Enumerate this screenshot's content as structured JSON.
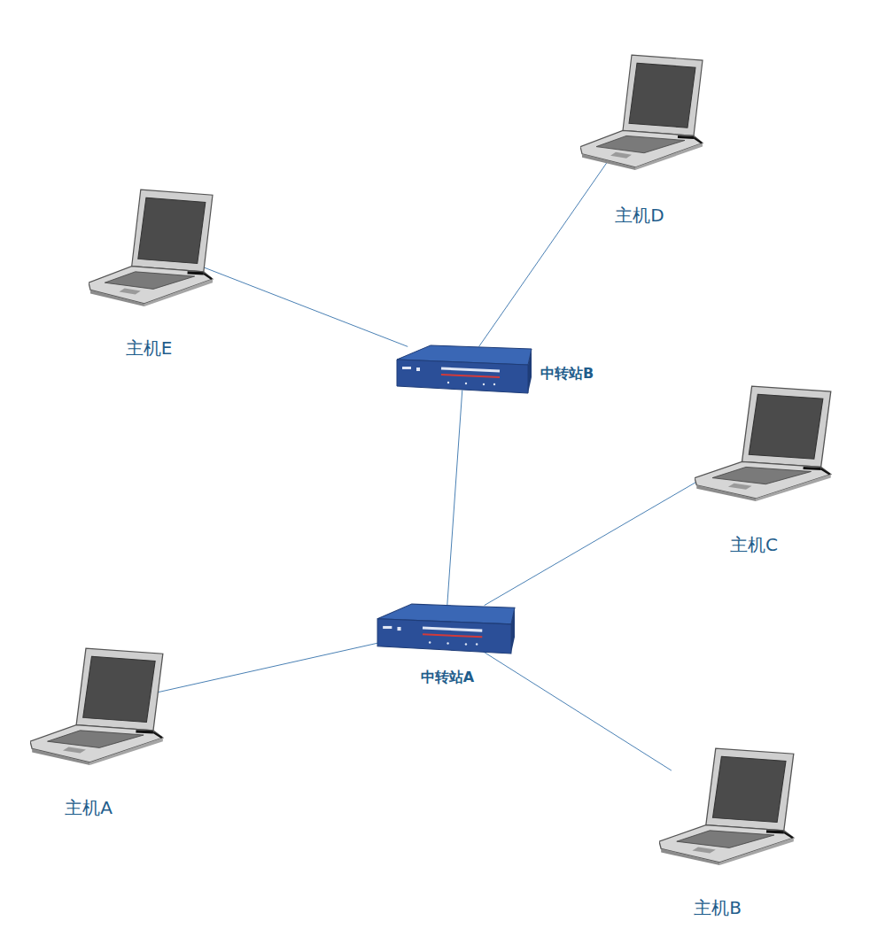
{
  "diagram": {
    "nodes": [
      {
        "text": [
          "主机D"
        ]
      },
      {
        "text": [
          "主机E"
        ]
      },
      {
        "text": [
          "中转站B"
        ]
      },
      {
        "text": [
          "主机C"
        ]
      },
      {
        "text": [
          "中转站A"
        ]
      },
      {
        "text": [
          "主机A"
        ]
      },
      {
        "text": [
          "主机B"
        ]
      }
    ],
    "edges": [
      {
        "from": 1,
        "to": 2,
        "arrow": "none"
      },
      {
        "from": 0,
        "to": 2,
        "arrow": "none"
      },
      {
        "from": 2,
        "to": 4,
        "arrow": "none"
      },
      {
        "from": 3,
        "to": 4,
        "arrow": "none"
      },
      {
        "from": 5,
        "to": 4,
        "arrow": "none"
      },
      {
        "from": 6,
        "to": 4,
        "arrow": "none"
      }
    ]
  }
}
